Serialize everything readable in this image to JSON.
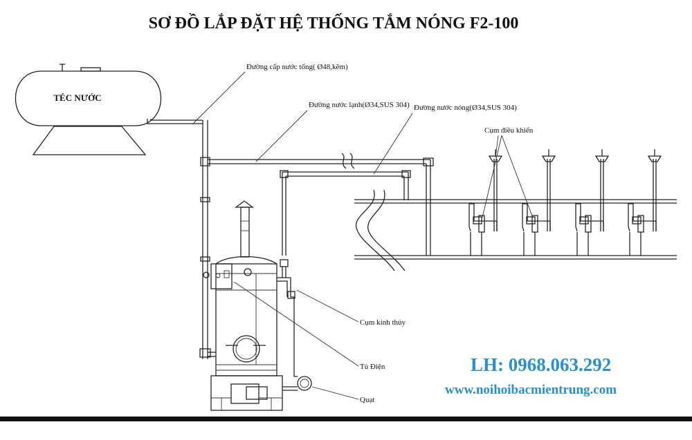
{
  "title": "SƠ ĐỒ LẮP ĐẶT HỆ THỐNG TẮM NÓNG F2-100",
  "labels": {
    "tank": "TÉC NƯỚC",
    "main_supply": "Đường cấp nước tổng( Ø48,kẽm)",
    "cold_line": "Đường nước lạnh(Ø34,SUS 304)",
    "hot_line": "Đường nước nóng(Ø34,SUS 304)",
    "control_unit": "Cụm điều khiển",
    "sight_glass": "Cụm kính thủy",
    "electrical_cabinet": "Tủ Điện",
    "fan": "Quạt"
  },
  "contact": {
    "phone": "LH: 0968.063.292",
    "website": "www.noihoibacmientrung.com"
  },
  "colors": {
    "line": "#222222",
    "accent": "#2a8fd0",
    "background": "#ffffff"
  }
}
